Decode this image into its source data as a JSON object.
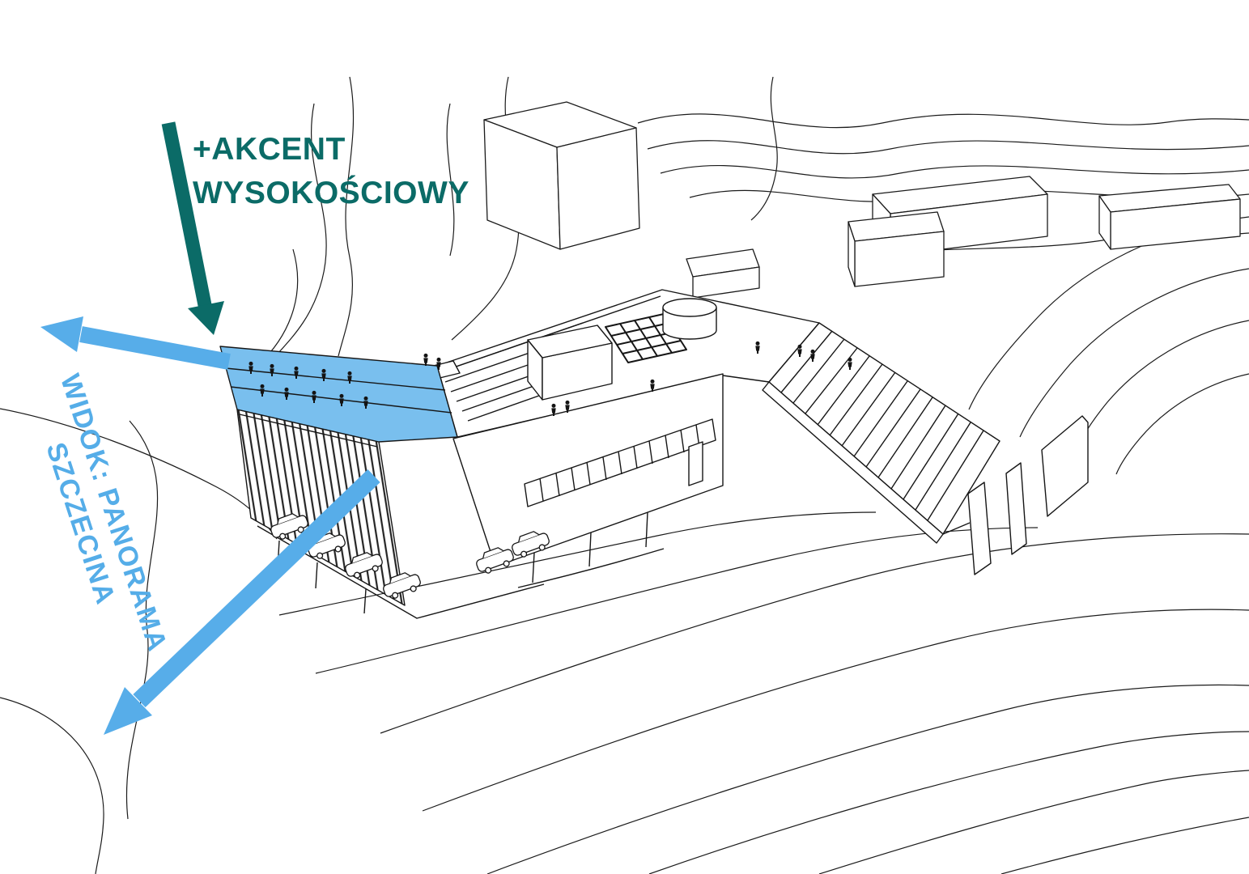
{
  "annotations": {
    "height_accent": {
      "line1": "+AKCENT",
      "line2": "WYSOKOŚCIOWY",
      "color": "#0b6b67",
      "arrow_direction": "down toward building corner"
    },
    "panorama_view": {
      "line1": "WIDOK: PANORAMA",
      "line2": "SZCZECINA",
      "color": "#55ade8",
      "arrow_direction": "up-left and down-left away from building"
    }
  },
  "colors": {
    "line_work": "#1b1b1b",
    "glass_highlight": "#79bfee",
    "accent_teal": "#0b6b67",
    "accent_blue": "#57ade9",
    "background": "#ffffff"
  },
  "scene": {
    "description": "Axonometric concept line drawing: terraced building with glazed wedge, rooftop amphitheatre, wide external stair, hillside contour lines, background block buildings, parked cars and human figures"
  }
}
